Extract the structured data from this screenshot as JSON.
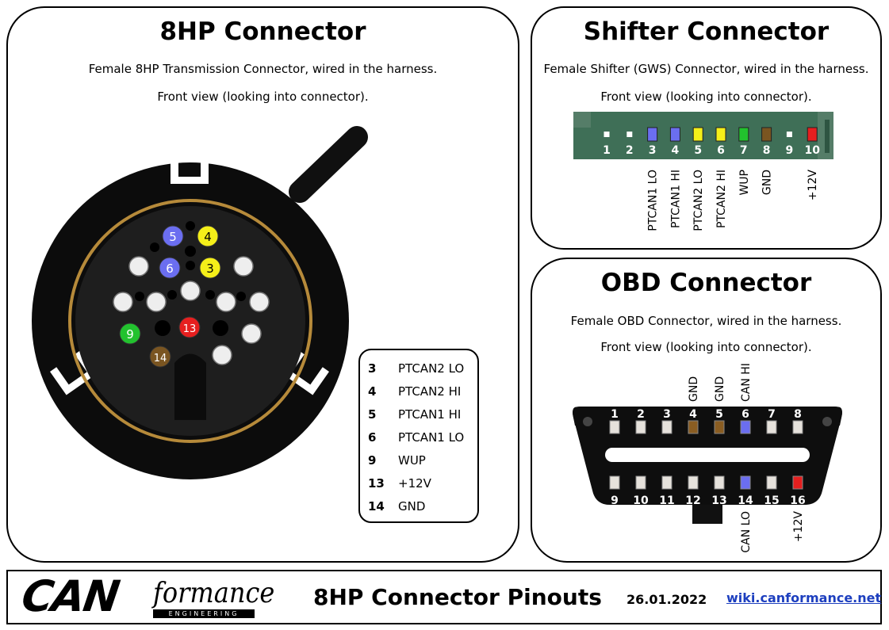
{
  "panels": {
    "hp": {
      "title": "8HP Connector",
      "desc": "Female 8HP Transmission Connector, wired in the harness.",
      "view": "Front view (looking into connector).",
      "pins": [
        {
          "n": "5",
          "color": "#6b6ef0",
          "text": "#ffffff"
        },
        {
          "n": "4",
          "color": "#f5ef19",
          "text": "#000000"
        },
        {
          "n": "6",
          "color": "#6b6ef0",
          "text": "#ffffff"
        },
        {
          "n": "3",
          "color": "#f5ef19",
          "text": "#000000"
        },
        {
          "n": "9",
          "color": "#22c22e",
          "text": "#ffffff"
        },
        {
          "n": "13",
          "color": "#e61f1f",
          "text": "#ffffff"
        },
        {
          "n": "14",
          "color": "#7a5521",
          "text": "#ffffff"
        }
      ],
      "legend": [
        {
          "pin": "3",
          "signal": "PTCAN2 LO"
        },
        {
          "pin": "4",
          "signal": "PTCAN2 HI"
        },
        {
          "pin": "5",
          "signal": "PTCAN1 HI"
        },
        {
          "pin": "6",
          "signal": "PTCAN1 LO"
        },
        {
          "pin": "9",
          "signal": "WUP"
        },
        {
          "pin": "13",
          "signal": "+12V"
        },
        {
          "pin": "14",
          "signal": "GND"
        }
      ]
    },
    "shifter": {
      "title": "Shifter Connector",
      "desc": "Female Shifter (GWS) Connector, wired in the harness.",
      "view": "Front view (looking into connector).",
      "pins": [
        {
          "n": "1",
          "color": "#ffffff",
          "label": ""
        },
        {
          "n": "2",
          "color": "#ffffff",
          "label": ""
        },
        {
          "n": "3",
          "color": "#6b6ef0",
          "label": "PTCAN1 LO"
        },
        {
          "n": "4",
          "color": "#6b6ef0",
          "label": "PTCAN1 HI"
        },
        {
          "n": "5",
          "color": "#f5ef19",
          "label": "PTCAN2 LO"
        },
        {
          "n": "6",
          "color": "#f5ef19",
          "label": "PTCAN2 HI"
        },
        {
          "n": "7",
          "color": "#22c22e",
          "label": "WUP"
        },
        {
          "n": "8",
          "color": "#7a5521",
          "label": "GND"
        },
        {
          "n": "9",
          "color": "#ffffff",
          "label": ""
        },
        {
          "n": "10",
          "color": "#e61f1f",
          "label": "+12V"
        }
      ]
    },
    "obd": {
      "title": "OBD Connector",
      "desc": "Female OBD Connector, wired in the harness.",
      "view": "Front view (looking into connector).",
      "top_pins": [
        {
          "n": "1",
          "color": "#e6e2dc",
          "label": ""
        },
        {
          "n": "2",
          "color": "#e6e2dc",
          "label": ""
        },
        {
          "n": "3",
          "color": "#e6e2dc",
          "label": ""
        },
        {
          "n": "4",
          "color": "#8a5d22",
          "label": "GND"
        },
        {
          "n": "5",
          "color": "#8a5d22",
          "label": "GND"
        },
        {
          "n": "6",
          "color": "#6b6ef0",
          "label": "CAN HI"
        },
        {
          "n": "7",
          "color": "#e6e2dc",
          "label": ""
        },
        {
          "n": "8",
          "color": "#e6e2dc",
          "label": ""
        }
      ],
      "bottom_pins": [
        {
          "n": "9",
          "color": "#e6e2dc",
          "label": ""
        },
        {
          "n": "10",
          "color": "#e6e2dc",
          "label": ""
        },
        {
          "n": "11",
          "color": "#e6e2dc",
          "label": ""
        },
        {
          "n": "12",
          "color": "#e6e2dc",
          "label": ""
        },
        {
          "n": "13",
          "color": "#e6e2dc",
          "label": ""
        },
        {
          "n": "14",
          "color": "#6b6ef0",
          "label": "CAN LO"
        },
        {
          "n": "15",
          "color": "#e6e2dc",
          "label": ""
        },
        {
          "n": "16",
          "color": "#e61f1f",
          "label": "+12V"
        }
      ]
    }
  },
  "footer": {
    "logo_main": "CAN",
    "logo_script": "formance",
    "logo_sub": "ENGINEERING",
    "title": "8HP Connector Pinouts",
    "date": "26.01.2022",
    "link": "wiki.canformance.net"
  }
}
